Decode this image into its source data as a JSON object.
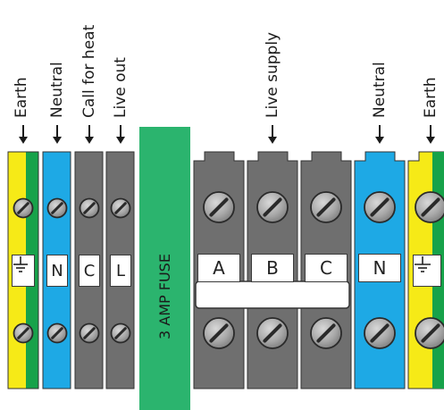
{
  "labels": {
    "earth_left": "Earth",
    "neutral_left": "Neutral",
    "call_for_heat": "Call for heat",
    "live_out": "Live out",
    "live_supply": "Live supply",
    "neutral_right": "Neutral",
    "earth_right": "Earth"
  },
  "terminals": {
    "neutral_left": "N",
    "call_for_heat": "C",
    "live_out": "L",
    "a": "A",
    "b": "B",
    "c": "C",
    "neutral_right": "N"
  },
  "fuse": "3 AMP FUSE",
  "colors": {
    "earth_yellow": "#f6ea17",
    "earth_green": "#17a24a",
    "neutral_blue": "#1ea9e5",
    "live_grey": "#6f6f6f",
    "fuse_green": "#2bb46e"
  },
  "icons": [
    "down-arrow-icon",
    "earth-ground-icon",
    "screw-icon"
  ]
}
